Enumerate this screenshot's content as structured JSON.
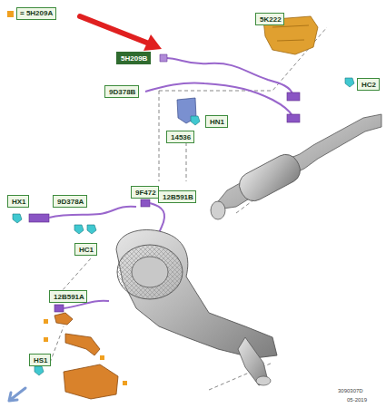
{
  "diagram": {
    "nodes": [
      {
        "text": [
          "5K222"
        ]
      },
      {
        "text": [
          "5H209B"
        ]
      },
      {
        "text": [
          "HC2"
        ]
      },
      {
        "text": [
          "9D378B"
        ]
      },
      {
        "text": [
          "HN1"
        ]
      },
      {
        "text": [
          "14536"
        ]
      },
      {
        "text": [
          "HX1"
        ]
      },
      {
        "text": [
          "9D378A"
        ]
      },
      {
        "text": [
          "9F472"
        ]
      },
      {
        "text": [
          "12B591B"
        ]
      },
      {
        "text": [
          "HC1"
        ]
      },
      {
        "text": [
          "12B591A"
        ]
      },
      {
        "text": [
          "HS1"
        ]
      }
    ],
    "labels": [
      "3090307D",
      "05-2019"
    ],
    "legend": [
      {
        "text": "= 5H209A",
        "color": "#f0a020"
      }
    ]
  }
}
